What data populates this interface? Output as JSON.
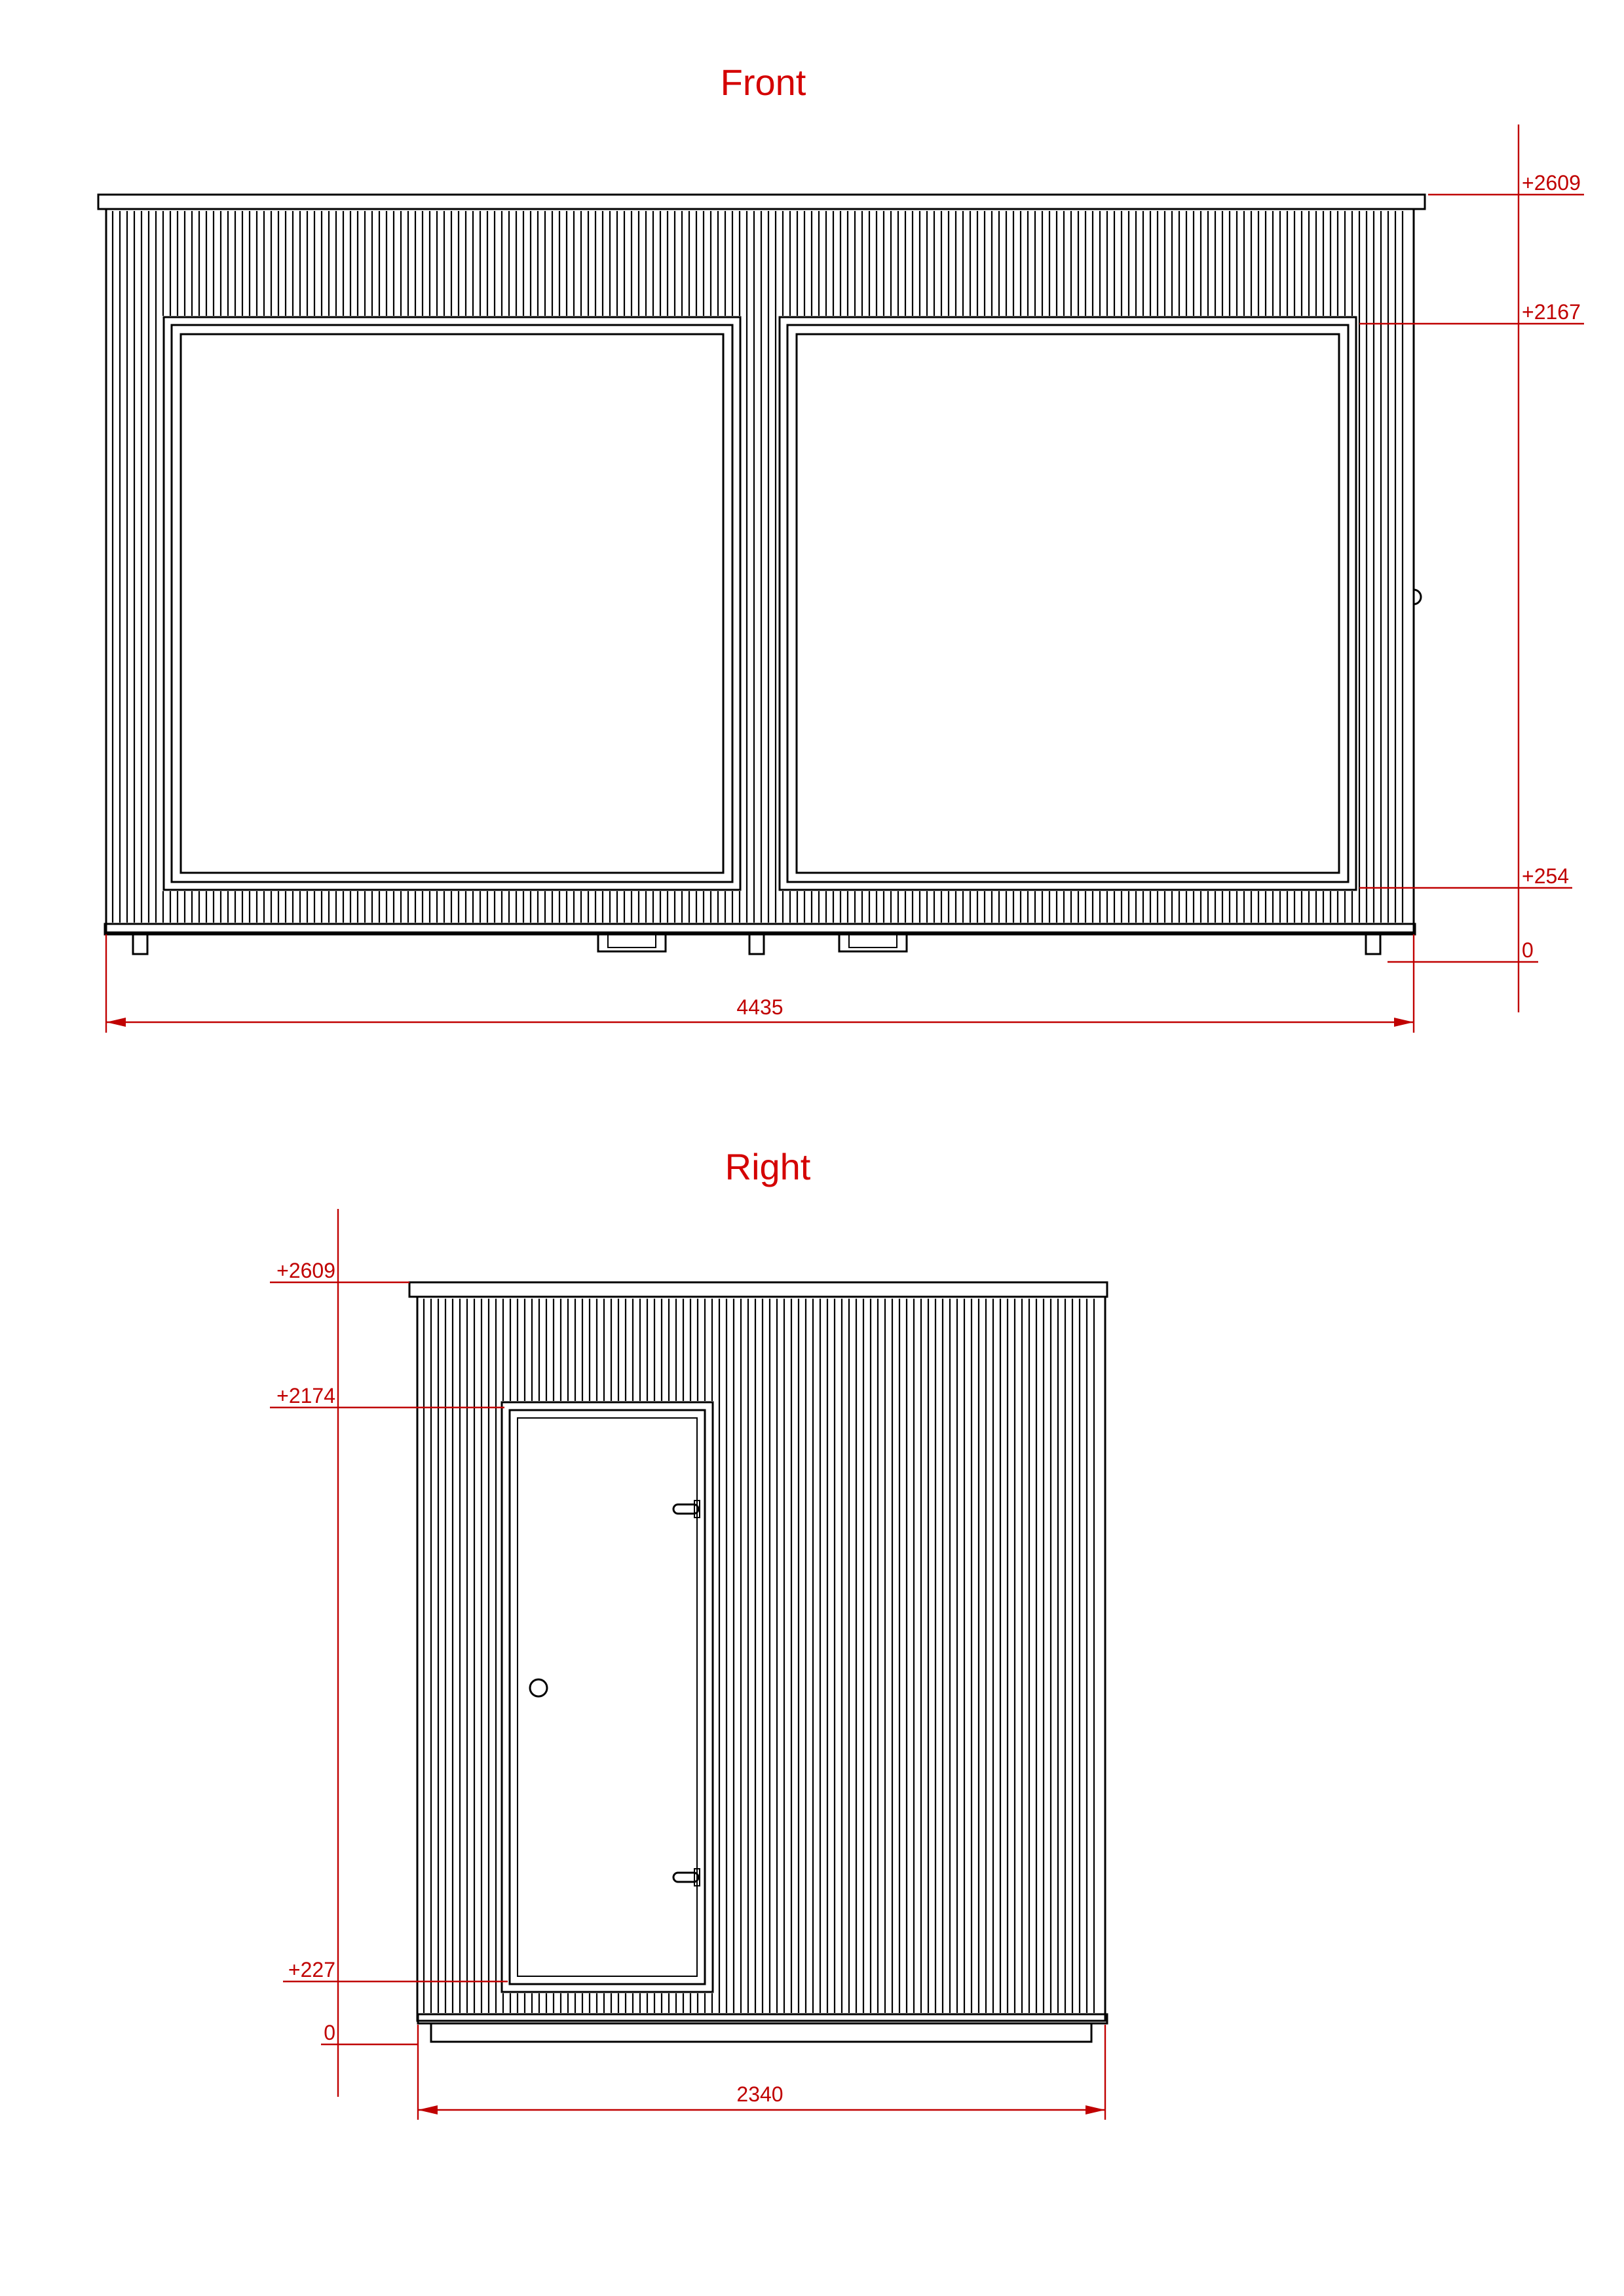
{
  "views": [
    {
      "id": "front",
      "title": "Front",
      "width_label": "4435",
      "levels": [
        {
          "label": "+2609"
        },
        {
          "label": "+2167"
        },
        {
          "label": "+254"
        },
        {
          "label": "0"
        }
      ]
    },
    {
      "id": "right",
      "title": "Right",
      "width_label": "2340",
      "levels": [
        {
          "label": "+2609"
        },
        {
          "label": "+2174"
        },
        {
          "label": "+227"
        },
        {
          "label": "0"
        }
      ]
    }
  ],
  "colors": {
    "dimension": "#c00000",
    "title": "#d40000",
    "linework": "#000000"
  }
}
